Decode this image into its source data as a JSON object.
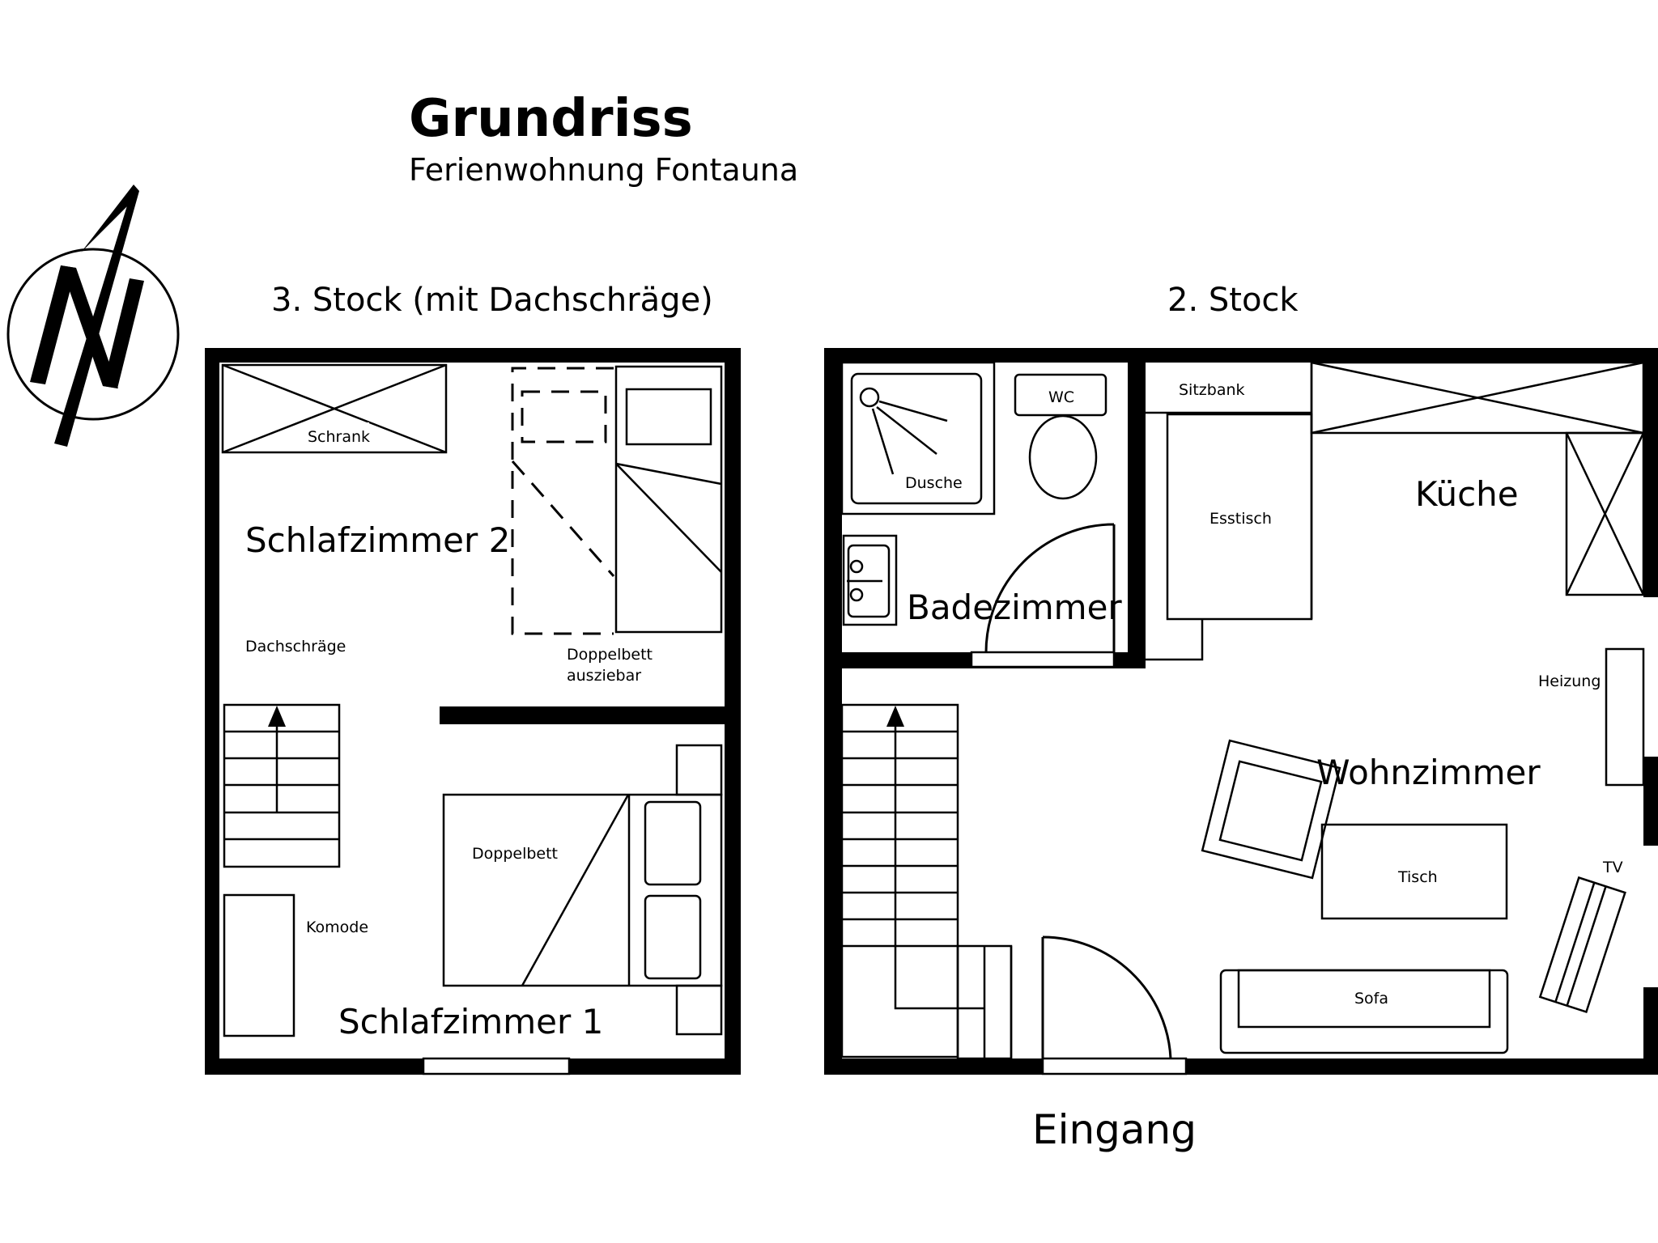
{
  "header": {
    "title": "Grundriss",
    "subtitle": "Ferienwohnung Fontauna"
  },
  "compass": {
    "icon": "north-arrow-icon",
    "letter": "N"
  },
  "floors": [
    {
      "label": "3. Stock (mit Dachschräge)",
      "rooms": [
        "Schlafzimmer 2",
        "Schlafzimmer 1"
      ],
      "items": {
        "schrank": "Schrank",
        "dachschraege": "Dachschräge",
        "doppelbett_ausziehbar_1": "Doppelbett",
        "doppelbett_ausziehbar_2": "ausziebar",
        "doppelbett": "Doppelbett",
        "komode": "Komode"
      }
    },
    {
      "label": "2. Stock",
      "rooms": [
        "Badezimmer",
        "Küche",
        "Wohnzimmer"
      ],
      "items": {
        "wc": "WC",
        "dusche": "Dusche",
        "sitzbank": "Sitzbank",
        "esstisch": "Esstisch",
        "heizung": "Heizung",
        "tisch": "Tisch",
        "tv": "TV",
        "sofa": "Sofa"
      }
    }
  ],
  "entrance": "Eingang"
}
